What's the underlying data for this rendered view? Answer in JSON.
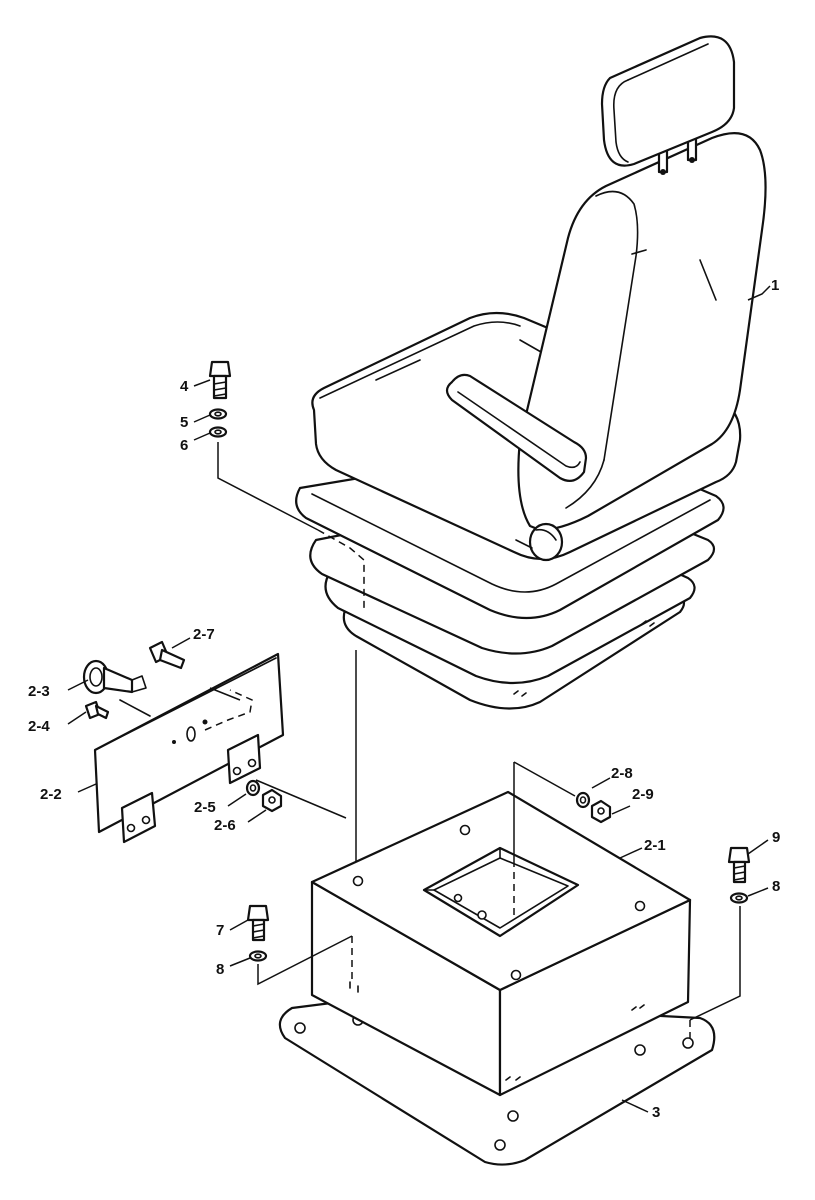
{
  "callouts": {
    "p1": "1",
    "p2_1": "2-1",
    "p2_2": "2-2",
    "p2_3": "2-3",
    "p2_4": "2-4",
    "p2_5": "2-5",
    "p2_6": "2-6",
    "p2_7": "2-7",
    "p2_8": "2-8",
    "p2_9": "2-9",
    "p3": "3",
    "p4": "4",
    "p5": "5",
    "p6": "6",
    "p7": "7",
    "p8a": "8",
    "p8b": "8",
    "p9": "9"
  }
}
